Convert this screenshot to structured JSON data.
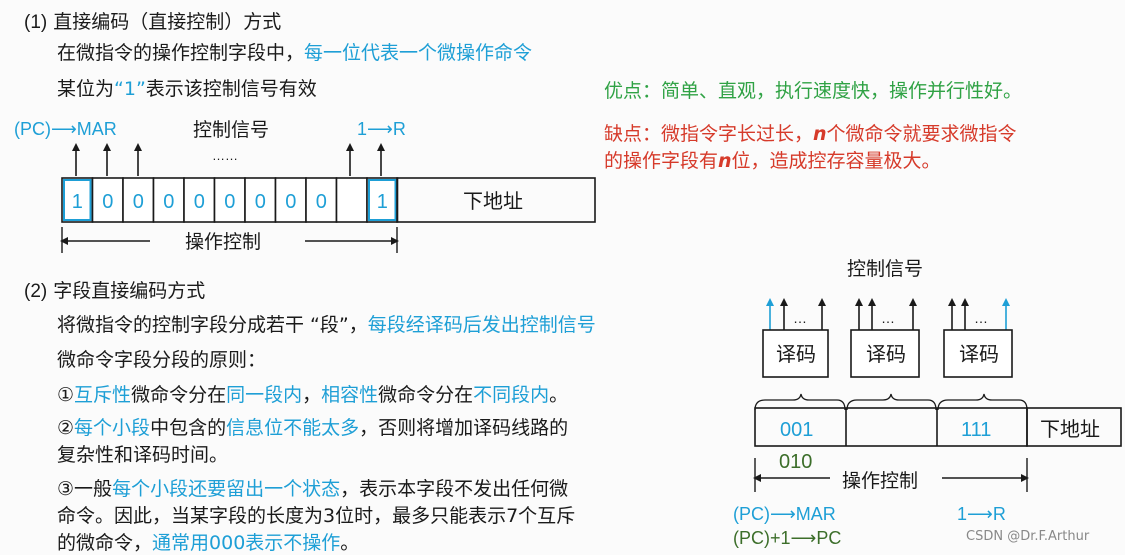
{
  "section1": {
    "heading_num": "(1)",
    "heading": "直接编码（直接控制）方式",
    "line1_prefix": "在微指令的操作控制字段中，",
    "line1_highlight": "每一位代表一个微操作命令",
    "line2_prefix": "某位为",
    "line2_quote": "“1”",
    "line2_suffix": "表示该控制信号有效",
    "pros": "优点：简单、直观，执行速度快，操作并行性好。",
    "cons_line1_a": "缺点：微指令字长过长，",
    "cons_line1_n": "n",
    "cons_line1_b": "个微命令就要求微指令",
    "cons_line2_a": "的操作字段有",
    "cons_line2_n": "n",
    "cons_line2_b": "位，造成控存容量极大。"
  },
  "diagram1": {
    "pc_mar": "(PC)⟶MAR",
    "control_signal": "控制信号",
    "ellipsis": "……",
    "one_r": "1⟶R",
    "bits": [
      "1",
      "0",
      "0",
      "0",
      "0",
      "0",
      "0",
      "0",
      "0",
      "",
      "1"
    ],
    "next_address": "下地址",
    "op_control": "操作控制"
  },
  "section2": {
    "heading_num": "(2)",
    "heading": "字段直接编码方式",
    "line1_prefix": "将微指令的控制字段分成若干 “段”，",
    "line1_highlight": "每段经译码后发出控制信号",
    "line2": "微命令字段分段的原则：",
    "p1_num": "①",
    "p1_a": "互斥性",
    "p1_b": "微命令分在",
    "p1_c": "同一段内",
    "p1_d": "，",
    "p1_e": "相容性",
    "p1_f": "微命令分在",
    "p1_g": "不同段内",
    "p1_h": "。",
    "p2_num": "②",
    "p2_a": "每个小段",
    "p2_b": "中包含的",
    "p2_c": "信息位不能太多",
    "p2_d": "，否则将增加译码线路的",
    "p2_line2": "复杂性和译码时间。",
    "p3_num": "③",
    "p3_a": "一般",
    "p3_b": "每个小段还要留出一个状态",
    "p3_c": "，表示本字段不发出任何微",
    "p3_line2": "命令。因此，当某字段的长度为3位时，最多只能表示7个互斥",
    "p3_line3_a": "的微命令，",
    "p3_line3_b": "通常用000表示不操作",
    "p3_line3_c": "。"
  },
  "diagram2": {
    "control_signal": "控制信号",
    "decoders": [
      "译码",
      "译码",
      "译码"
    ],
    "dots": "…",
    "fields": [
      "001",
      "",
      "111"
    ],
    "next_address": "下地址",
    "field_010": "010",
    "op_control": "操作控制",
    "pc_mar": "(PC)⟶MAR",
    "one_r": "1⟶R",
    "pc_inc": "(PC)+1⟶PC"
  },
  "watermark": "CSDN @Dr.F.Arthur",
  "colors": {
    "blue": "#1e9fd6",
    "green": "#2fa244",
    "red": "#d63a2a",
    "olive": "#3c6e2a"
  }
}
